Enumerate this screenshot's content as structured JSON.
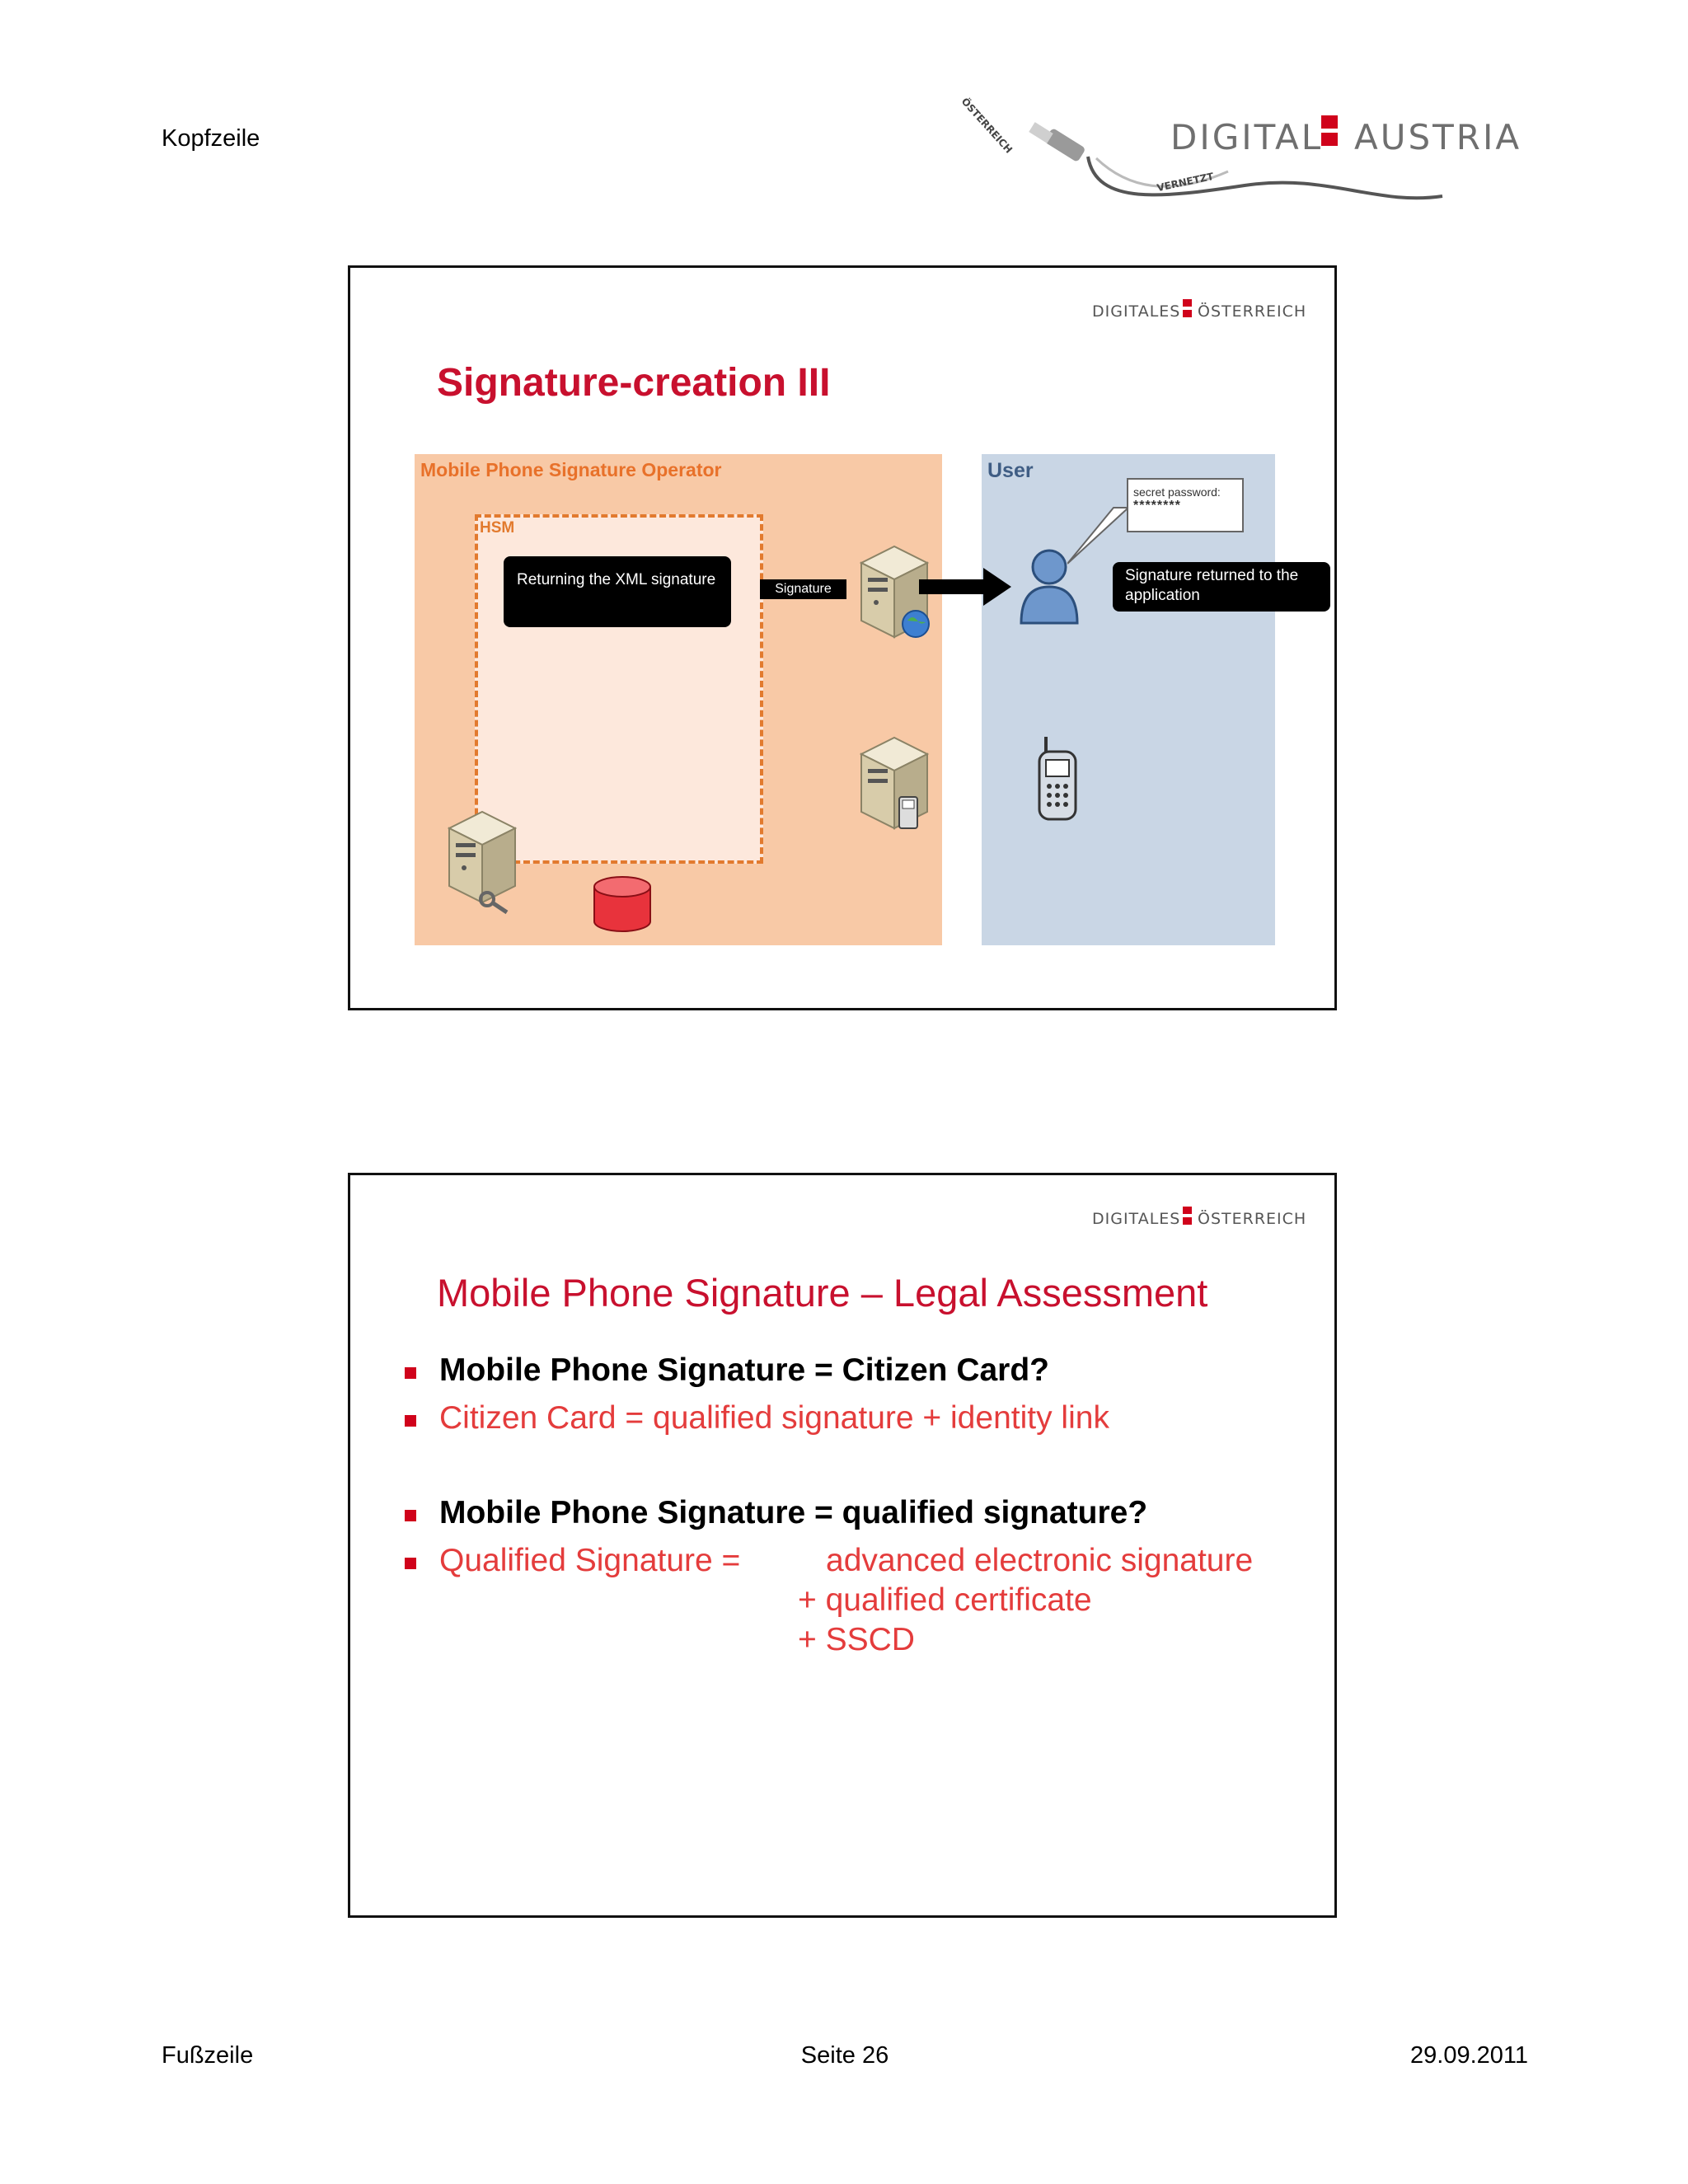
{
  "header": {
    "label": "Kopfzeile"
  },
  "brand": {
    "word1": "DIGITAL",
    "word2": "AUSTRIA",
    "stamp_top": "ÖSTERREICH",
    "stamp_bottom": "VERNETZT",
    "accent": "#d0021b"
  },
  "slide1": {
    "logo_word1": "DIGITALES",
    "logo_word2": "ÖSTERREICH",
    "title": "Signature-creation III",
    "operator_label": "Mobile Phone Signature Operator",
    "hsm_label": "HSM",
    "user_label": "User",
    "returning_xml": "Returning the XML signature",
    "signature_tag": "Signature",
    "password_label": "secret password:",
    "password_value": "********",
    "returned_label": "Signature returned to the application",
    "icons": [
      "server-globe-icon",
      "server-phone-icon",
      "server-key-icon",
      "database-icon",
      "user-icon",
      "mobile-phone-icon",
      "arrow-right-icon"
    ]
  },
  "slide2": {
    "logo_word1": "DIGITALES",
    "logo_word2": "ÖSTERREICH",
    "title": "Mobile Phone Signature – Legal Assessment",
    "q1": "Mobile Phone Signature = Citizen Card?",
    "a1": "Citizen Card = qualified signature + identity link",
    "q2": "Mobile Phone Signature = qualified signature?",
    "a2_lead": "Qualified Signature =",
    "a2_term1": "advanced electronic signature",
    "a2_term2": "+ qualified certificate",
    "a2_term3": "+ SSCD"
  },
  "footer": {
    "left": "Fußzeile",
    "center": "Seite 26",
    "right": "29.09.2011"
  }
}
